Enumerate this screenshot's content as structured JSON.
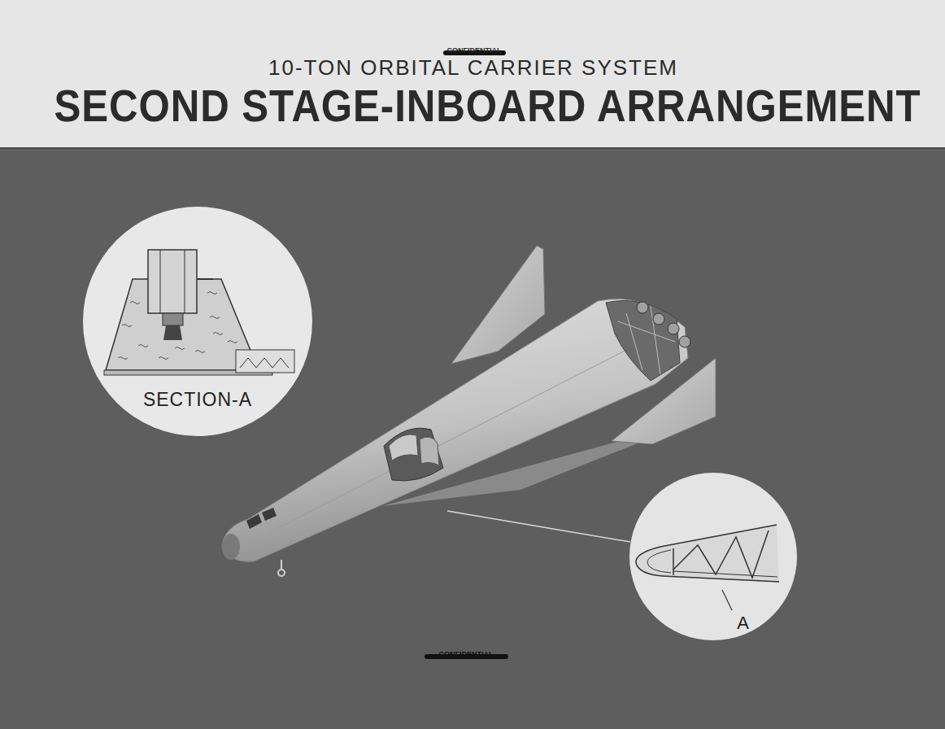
{
  "diagram": {
    "title": "SECOND STAGE-INBOARD ARRANGEMENT",
    "nodes": [
      {
        "text": [
          "SECTION-A"
        ]
      },
      {
        "text": [
          "A"
        ]
      }
    ],
    "labels": [
      "10-TON ORBITAL CARRIER SYSTEM",
      "CONFIDENTIAL",
      "CONFIDENTIAL"
    ]
  }
}
